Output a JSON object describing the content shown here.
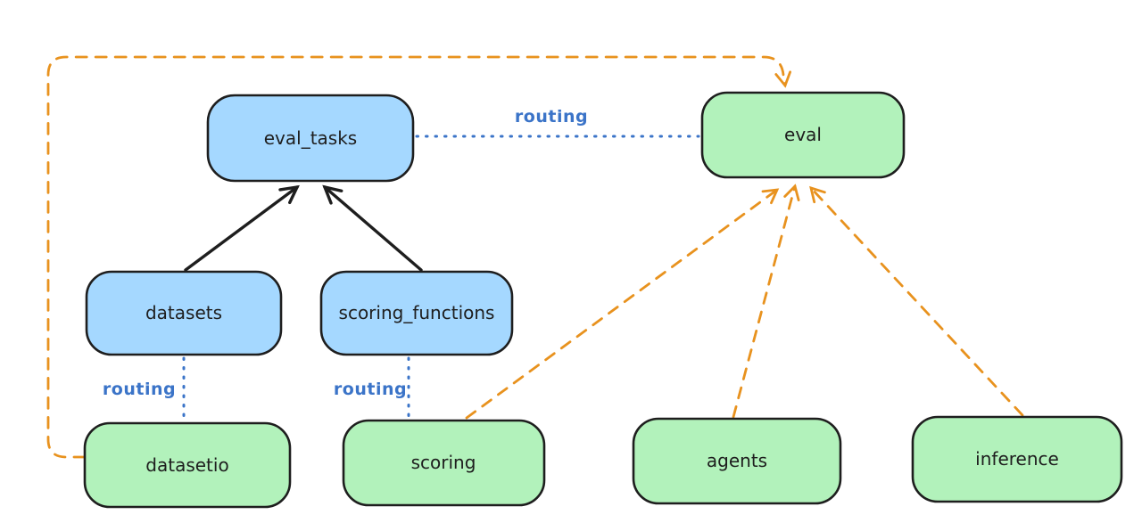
{
  "diagram": {
    "background": "#ffffff",
    "nodes": [
      {
        "id": "eval_tasks",
        "label": "eval_tasks",
        "fill": "#a5d8ff"
      },
      {
        "id": "eval",
        "label": "eval",
        "fill": "#b2f2bb"
      },
      {
        "id": "datasets",
        "label": "datasets",
        "fill": "#a5d8ff"
      },
      {
        "id": "scoring_functions",
        "label": "scoring_functions",
        "fill": "#a5d8ff"
      },
      {
        "id": "datasetio",
        "label": "datasetio",
        "fill": "#b2f2bb"
      },
      {
        "id": "scoring",
        "label": "scoring",
        "fill": "#b2f2bb"
      },
      {
        "id": "agents",
        "label": "agents",
        "fill": "#b2f2bb"
      },
      {
        "id": "inference",
        "label": "inference",
        "fill": "#b2f2bb"
      }
    ],
    "edges": [
      {
        "from": "datasets",
        "to": "eval_tasks",
        "style": "solid-black-arrow",
        "label": ""
      },
      {
        "from": "scoring_functions",
        "to": "eval_tasks",
        "style": "solid-black-arrow",
        "label": ""
      },
      {
        "from": "eval_tasks",
        "to": "eval",
        "style": "dotted-blue",
        "label": "routing"
      },
      {
        "from": "datasets",
        "to": "datasetio",
        "style": "dotted-blue",
        "label": "routing"
      },
      {
        "from": "scoring_functions",
        "to": "scoring",
        "style": "dotted-blue",
        "label": "routing"
      },
      {
        "from": "datasetio",
        "to": "eval",
        "style": "dashed-orange-arrow",
        "label": ""
      },
      {
        "from": "scoring",
        "to": "eval",
        "style": "dashed-orange-arrow",
        "label": ""
      },
      {
        "from": "agents",
        "to": "eval",
        "style": "dashed-orange-arrow",
        "label": ""
      },
      {
        "from": "inference",
        "to": "eval",
        "style": "dashed-orange-arrow",
        "label": ""
      }
    ],
    "colors": {
      "node_stroke": "#1e1e1e",
      "blue_node_fill": "#a5d8ff",
      "green_node_fill": "#b2f2bb",
      "routing_blue": "#3b74c8",
      "arrow_orange": "#e8921e",
      "arrow_black": "#1e1e1e"
    }
  }
}
